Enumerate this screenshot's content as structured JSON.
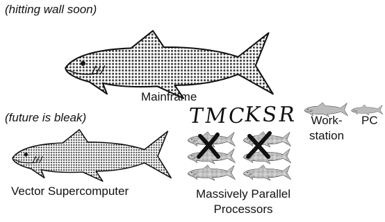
{
  "notes": {
    "top": "(hitting wall soon)",
    "middle": "(future is bleak)"
  },
  "labels": {
    "mainframe": "Mainframe",
    "vector": "Vector Supercomputer",
    "mpp_line1": "Massively Parallel",
    "mpp_line2": "Processors",
    "workstation_line1": "Work-",
    "workstation_line2": "station",
    "pc": "PC"
  },
  "handwritten": {
    "left": "TMC",
    "right": "KSR"
  },
  "icons": {
    "shark": "shark-icon",
    "cross": "cross-out-mark"
  }
}
